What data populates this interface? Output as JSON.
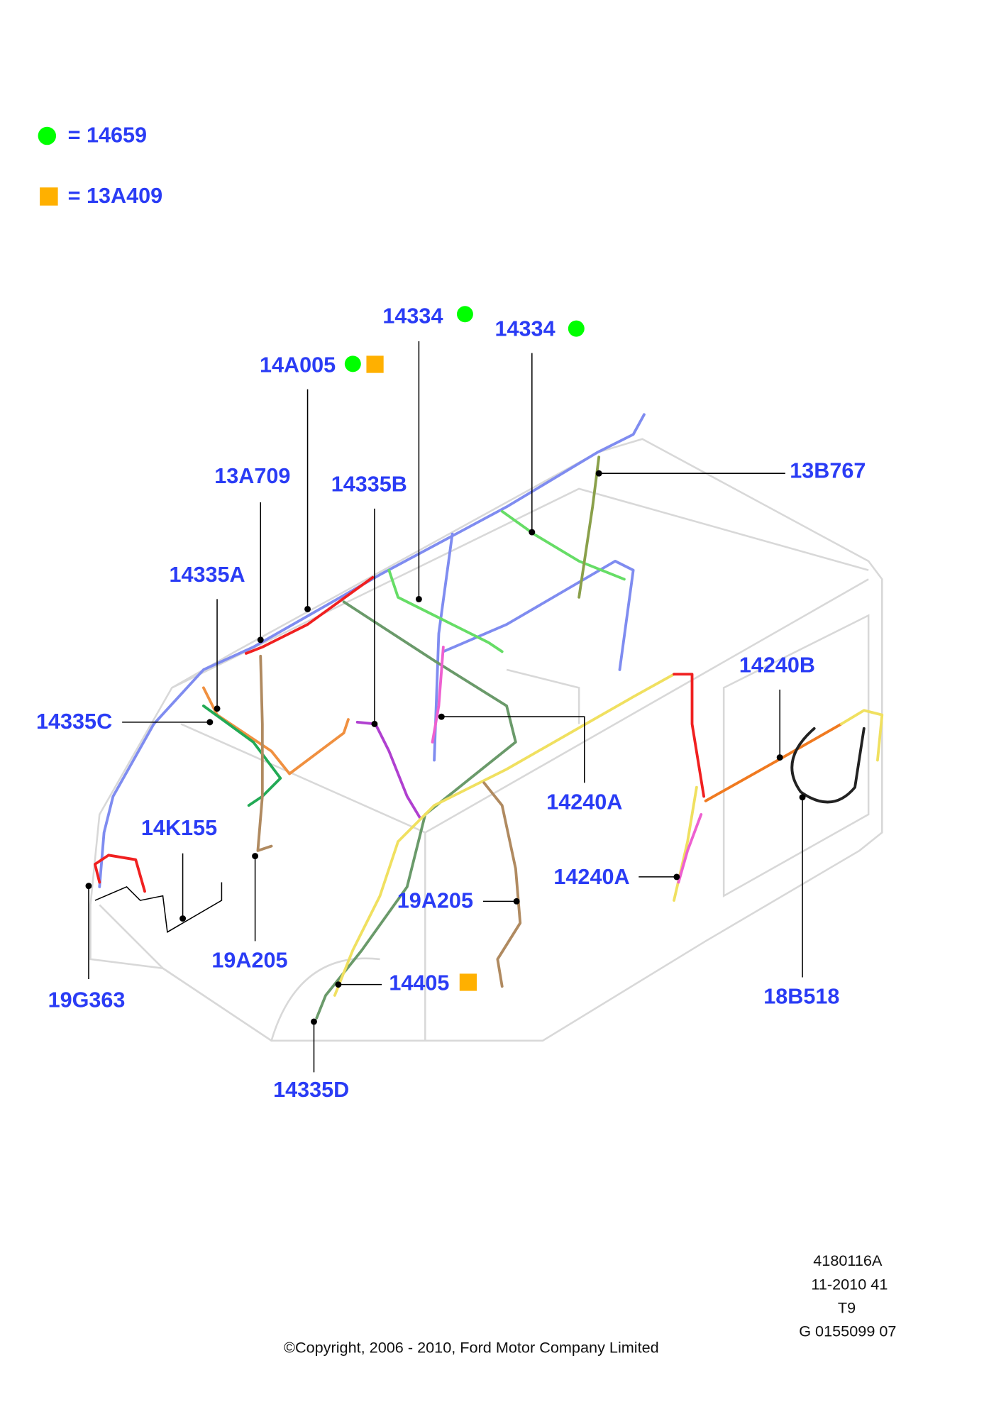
{
  "legend": [
    {
      "symbol": "green-circle",
      "text": "= 14659",
      "color": "#00ff00"
    },
    {
      "symbol": "orange-square",
      "text": "= 13A409",
      "color": "#ffb000"
    }
  ],
  "labels": {
    "l14334a": "14334",
    "l14334b": "14334",
    "l14A005": "14A005",
    "l13A709": "13A709",
    "l14335B": "14335B",
    "l13B767": "13B767",
    "l14335A": "14335A",
    "l14335C": "14335C",
    "l14240B": "14240B",
    "l14240Aa": "14240A",
    "l14240Ab": "14240A",
    "l14K155": "14K155",
    "l19A205a": "19A205",
    "l19A205b": "19A205",
    "l14405": "14405",
    "l19G363": "19G363",
    "l18B518": "18B518",
    "l14335D": "14335D"
  },
  "footer": {
    "code1": "4180116A",
    "code2": "11-2010 41",
    "code3": "T9",
    "code4": "G 0155099 07",
    "copyright": "©Copyright, 2006 - 2010, Ford Motor Company Limited"
  },
  "colors": {
    "label": "#2a3cf5",
    "green": "#00ff00",
    "orange": "#ffb000"
  }
}
